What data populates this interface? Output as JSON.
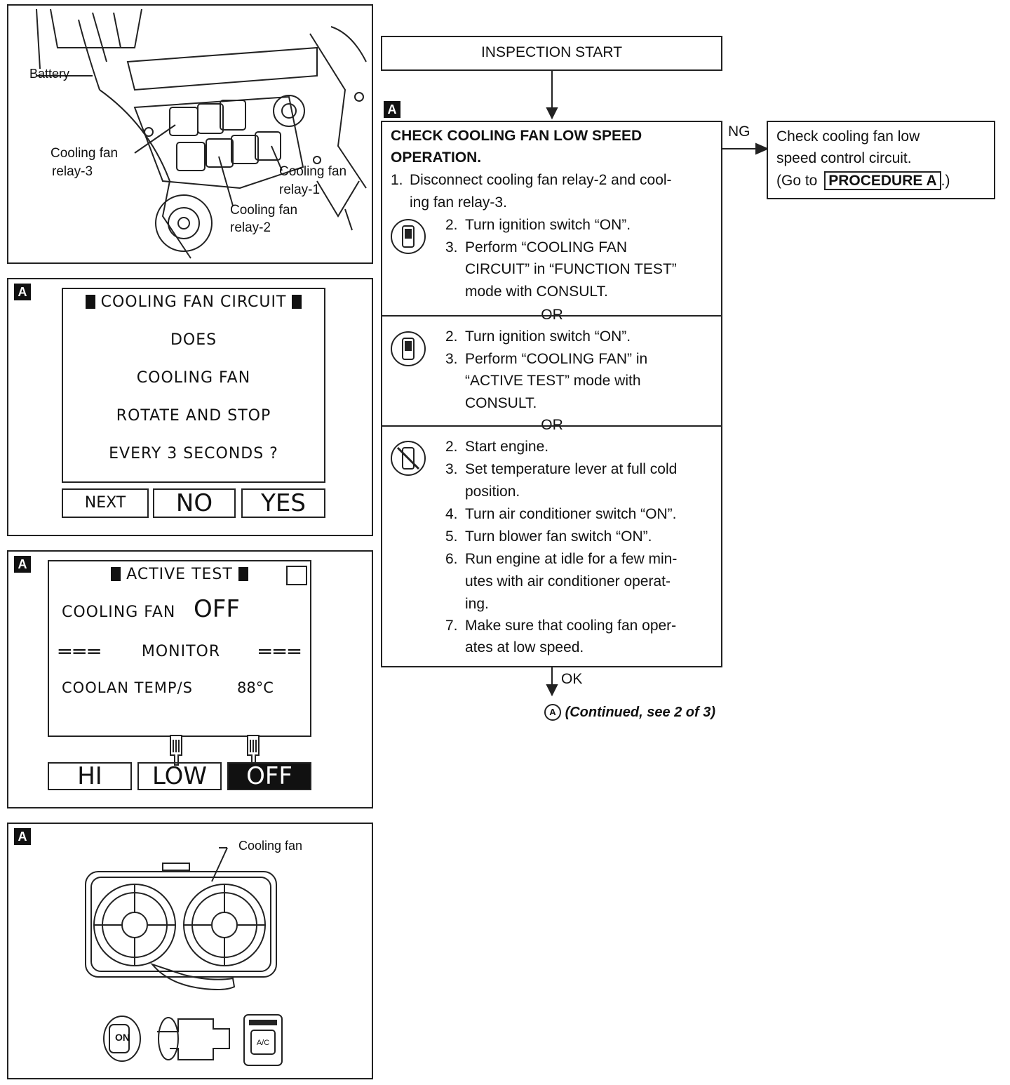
{
  "relay_figure": {
    "labels": {
      "battery": "Battery",
      "relay3": [
        "Cooling fan",
        "relay-3"
      ],
      "relay1": [
        "Cooling fan",
        "relay-1"
      ],
      "relay2": [
        "Cooling fan",
        "relay-2"
      ]
    }
  },
  "consult_function": {
    "tag": "A",
    "title": "COOLING FAN CIRCUIT",
    "lines": [
      "DOES",
      "COOLING FAN",
      "ROTATE AND STOP",
      "EVERY 3 SECONDS ?"
    ],
    "buttons": [
      "NEXT",
      "NO",
      "YES"
    ]
  },
  "consult_active": {
    "tag": "A",
    "title": "ACTIVE TEST",
    "item_label": "COOLING FAN",
    "item_value": "OFF",
    "monitor_label": "MONITOR",
    "sensor_label": "COOLAN TEMP/S",
    "sensor_value": "88°C",
    "buttons": [
      "HI",
      "LOW",
      "OFF"
    ],
    "selected_button": "OFF"
  },
  "fan_figure": {
    "tag": "A",
    "label": "Cooling fan",
    "switch_on": "ON",
    "ac_label": "A/C"
  },
  "flowchart": {
    "start": "INSPECTION START",
    "tag": "A",
    "check_title": [
      "CHECK COOLING FAN LOW SPEED",
      "OPERATION."
    ],
    "step1": [
      "Disconnect cooling fan relay-2 and cool-",
      "ing fan relay-3."
    ],
    "step1_num": "1.",
    "section1": [
      {
        "num": "2.",
        "lines": [
          "Turn ignition switch “ON”."
        ]
      },
      {
        "num": "3.",
        "lines": [
          "Perform “COOLING FAN",
          "CIRCUIT” in “FUNCTION TEST”",
          "mode with CONSULT."
        ]
      }
    ],
    "or_label": "OR",
    "section2": [
      {
        "num": "2.",
        "lines": [
          "Turn ignition switch “ON”."
        ]
      },
      {
        "num": "3.",
        "lines": [
          "Perform “COOLING FAN” in",
          "“ACTIVE TEST” mode with",
          "CONSULT."
        ]
      }
    ],
    "section3": [
      {
        "num": "2.",
        "lines": [
          "Start engine."
        ]
      },
      {
        "num": "3.",
        "lines": [
          "Set temperature lever at full cold",
          "position."
        ]
      },
      {
        "num": "4.",
        "lines": [
          "Turn air conditioner switch “ON”."
        ]
      },
      {
        "num": "5.",
        "lines": [
          "Turn blower fan switch “ON”."
        ]
      },
      {
        "num": "6.",
        "lines": [
          "Run engine at idle for a few min-",
          "utes with air conditioner operat-",
          "ing."
        ]
      },
      {
        "num": "7.",
        "lines": [
          "Make sure that cooling fan oper-",
          "ates at low speed."
        ]
      }
    ],
    "ng_label": "NG",
    "ng_box": {
      "lines": [
        "Check cooling fan low",
        "speed control circuit."
      ],
      "goto_prefix": "(Go to",
      "procedure": "PROCEDURE A",
      "goto_suffix": ".)"
    },
    "ok_label": "OK",
    "continued_mark": "A",
    "continued": "(Continued, see 2 of 3)"
  }
}
